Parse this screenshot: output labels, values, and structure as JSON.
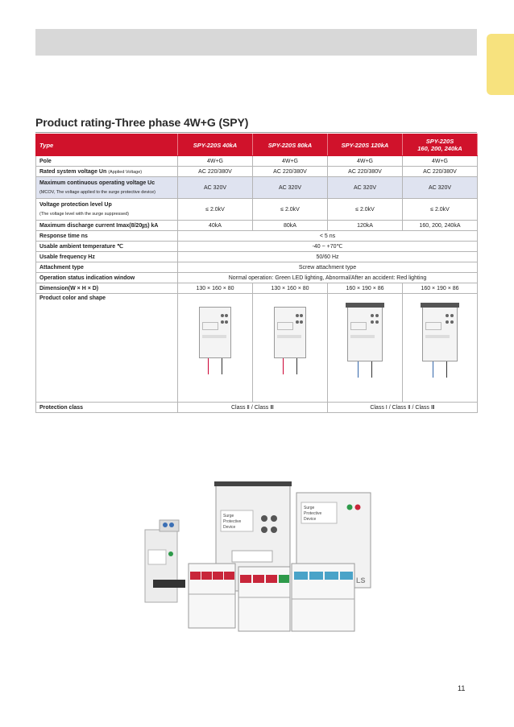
{
  "section_title": "Product rating-Three phase 4W+G (SPY)",
  "page_number": "11",
  "table": {
    "headers": [
      "Type",
      "SPY-220S 40kA",
      "SPY-220S 80kA",
      "SPY-220S 120kA",
      "SPY-220S",
      "160, 200, 240kA"
    ],
    "pole": {
      "label": "Pole",
      "values": [
        "4W+G",
        "4W+G",
        "4W+G",
        "4W+G"
      ]
    },
    "rated_voltage": {
      "label": "Rated system voltage Un",
      "sub": "(Applied Voltage)",
      "values": [
        "AC 220/380V",
        "AC 220/380V",
        "AC 220/380V",
        "AC 220/380V"
      ]
    },
    "max_voltage": {
      "label": "Maximum continuous operating voltage Uc",
      "sub": "(MCOV, The voltage applied to the surge protective device)",
      "values": [
        "AC 320V",
        "AC 320V",
        "AC 320V",
        "AC 320V"
      ]
    },
    "protection_level": {
      "label": "Voltage protection level Up",
      "sub": "(The voltage level with the surge suppressed)",
      "values": [
        "≤ 2.0kV",
        "≤ 2.0kV",
        "≤ 2.0kV",
        "≤ 2.0kV"
      ]
    },
    "discharge": {
      "label": "Maximum discharge current Imax(8/20㎲) kA",
      "values": [
        "40kA",
        "80kA",
        "120kA",
        "160, 200, 240kA"
      ]
    },
    "response": {
      "label": "Response time ns",
      "value": "< 5 ns"
    },
    "temperature": {
      "label": "Usable ambient temperature ℃",
      "value": "-40 ~ +70℃"
    },
    "frequency": {
      "label": "Usable frequency Hz",
      "value": "50/60 Hz"
    },
    "attachment": {
      "label": "Attachment type",
      "value": "Screw attachment type"
    },
    "indication": {
      "label": "Operation status indication window",
      "value": "Normal operation: Green LED lighting, Abnormal/After an accident: Red lighting"
    },
    "dimension": {
      "label": "Dimension(W × H × D)",
      "values": [
        "130 × 160 × 80",
        "130 × 160 × 80",
        "160 × 190 × 86",
        "160 × 190 × 86"
      ]
    },
    "shape": {
      "label": "Product color and shape"
    },
    "protection_class": {
      "label": "Protection class",
      "values": [
        "Class Ⅱ / Class Ⅲ",
        "Class Ⅰ / Class Ⅱ / Class Ⅲ"
      ]
    }
  },
  "device_label": [
    "Surge",
    "Protective",
    "Device"
  ],
  "brand_mark": "LS"
}
